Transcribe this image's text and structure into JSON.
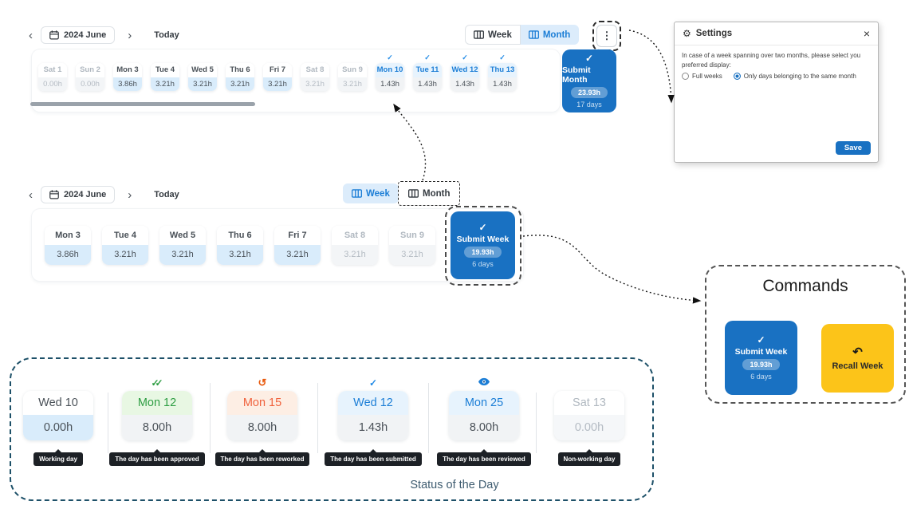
{
  "colors": {
    "primary": "#1971c2",
    "primary_light": "#dcecfb",
    "accent_text": "#1c7ed6",
    "warning": "#fcc419",
    "approved_green": "#2f9e44",
    "rework_orange": "#e8590c",
    "tooltip_bg": "#1d2126",
    "status_border": "#1d5068"
  },
  "icons": {
    "chevron_left": "‹",
    "chevron_right": "›",
    "kebab": "⋮",
    "close": "×",
    "gear": "⚙",
    "check": "✓",
    "double_check": "✓✓",
    "rework": "↺",
    "recall": "↶"
  },
  "month_view": {
    "nav": {
      "month_label": "2024 June",
      "today": "Today"
    },
    "toggle": {
      "week": "Week",
      "month": "Month",
      "selected": "Month"
    },
    "days": [
      {
        "label": "Sat 1",
        "hours": "0.00h",
        "state": "weekend"
      },
      {
        "label": "Sun 2",
        "hours": "0.00h",
        "state": "weekend"
      },
      {
        "label": "Mon 3",
        "hours": "3.86h",
        "state": "working"
      },
      {
        "label": "Tue 4",
        "hours": "3.21h",
        "state": "working"
      },
      {
        "label": "Wed 5",
        "hours": "3.21h",
        "state": "working"
      },
      {
        "label": "Thu 6",
        "hours": "3.21h",
        "state": "working"
      },
      {
        "label": "Fri 7",
        "hours": "3.21h",
        "state": "working"
      },
      {
        "label": "Sat 8",
        "hours": "3.21h",
        "state": "weekend"
      },
      {
        "label": "Sun 9",
        "hours": "3.21h",
        "state": "weekend"
      },
      {
        "label": "Mon 10",
        "hours": "1.43h",
        "state": "submitted"
      },
      {
        "label": "Tue 11",
        "hours": "1.43h",
        "state": "submitted"
      },
      {
        "label": "Wed 12",
        "hours": "1.43h",
        "state": "submitted"
      },
      {
        "label": "Thu 13",
        "hours": "1.43h",
        "state": "submitted"
      }
    ],
    "submit": {
      "label": "Submit Month",
      "total": "23.93h",
      "days": "17 days"
    }
  },
  "week_view": {
    "nav": {
      "month_label": "2024 June",
      "today": "Today"
    },
    "toggle": {
      "week": "Week",
      "month": "Month",
      "selected": "Week"
    },
    "days": [
      {
        "label": "Mon 3",
        "hours": "3.86h",
        "state": "working"
      },
      {
        "label": "Tue 4",
        "hours": "3.21h",
        "state": "working"
      },
      {
        "label": "Wed 5",
        "hours": "3.21h",
        "state": "working"
      },
      {
        "label": "Thu 6",
        "hours": "3.21h",
        "state": "working"
      },
      {
        "label": "Fri 7",
        "hours": "3.21h",
        "state": "working"
      },
      {
        "label": "Sat 8",
        "hours": "3.21h",
        "state": "weekend"
      },
      {
        "label": "Sun 9",
        "hours": "3.21h",
        "state": "weekend"
      }
    ],
    "submit": {
      "label": "Submit Week",
      "total": "19.93h",
      "days": "6 days"
    }
  },
  "settings_popup": {
    "title": "Settings",
    "description": "In case of a week spanning over two months, please select you preferred display:",
    "options": [
      {
        "label": "Full weeks",
        "selected": false
      },
      {
        "label": "Only days belonging to the same month",
        "selected": true
      }
    ],
    "save_label": "Save"
  },
  "commands": {
    "title": "Commands",
    "submit": {
      "label": "Submit Week",
      "total": "19.93h",
      "days": "6 days"
    },
    "recall": {
      "label": "Recall Week"
    }
  },
  "status_legend": {
    "caption": "Status of the Day",
    "items": [
      {
        "day": "Wed 10",
        "hours": "0.00h",
        "state": "working",
        "icon": "none",
        "tooltip": "Working day"
      },
      {
        "day": "Mon 12",
        "hours": "8.00h",
        "state": "approved",
        "icon": "double-check",
        "tooltip": "The day has been approved"
      },
      {
        "day": "Mon 15",
        "hours": "8.00h",
        "state": "reworked",
        "icon": "rework",
        "tooltip": "The day has been reworked"
      },
      {
        "day": "Wed 12",
        "hours": "1.43h",
        "state": "submitted",
        "icon": "check",
        "tooltip": "The day has been submitted"
      },
      {
        "day": "Mon 25",
        "hours": "8.00h",
        "state": "reviewed",
        "icon": "eye",
        "tooltip": "The day has been reviewed"
      },
      {
        "day": "Sat 13",
        "hours": "0.00h",
        "state": "nonworking",
        "icon": "none",
        "tooltip": "Non-working day"
      }
    ]
  }
}
